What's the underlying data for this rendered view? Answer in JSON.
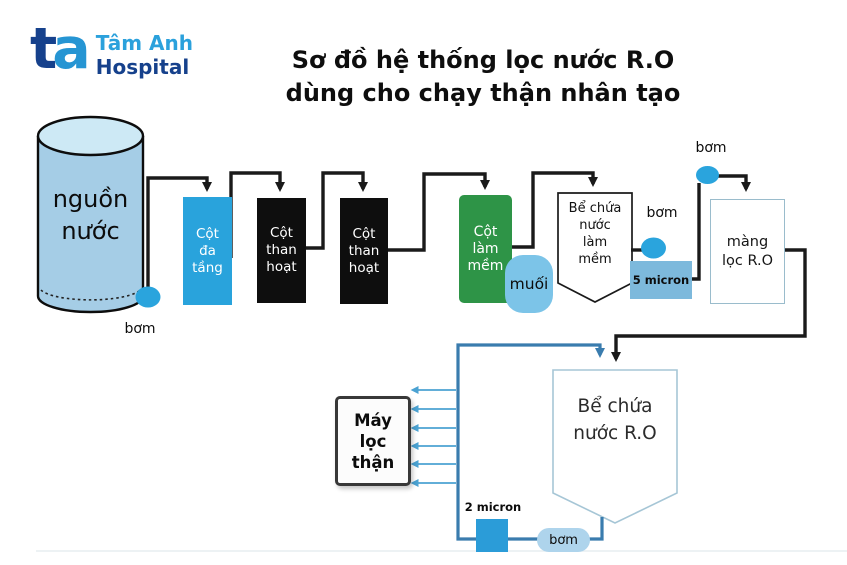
{
  "logo": {
    "monogram_t": "t",
    "monogram_a": "a",
    "hospital_name": "Tâm Anh",
    "hospital_word": "Hospital"
  },
  "title": {
    "line1": "Sơ đồ hệ thống lọc nước R.O",
    "line2": "dùng cho chạy thận nhân tạo"
  },
  "tank": {
    "line1": "nguồn",
    "line2": "nước"
  },
  "pumps": {
    "pump1_label": "bơm",
    "pump2_label": "bơm",
    "pump3_label": "bơm",
    "pump4_label": "bơm"
  },
  "columns": {
    "multilayer": {
      "line1": "Cột",
      "line2": "đa",
      "line3": "tầng"
    },
    "carbon1": {
      "line1": "Cột",
      "line2": "than",
      "line3": "hoạt"
    },
    "carbon2": {
      "line1": "Cột",
      "line2": "than",
      "line3": "hoạt"
    },
    "softener": {
      "line1": "Cột",
      "line2": "làm",
      "line3": "mềm"
    }
  },
  "salt": {
    "label": "muối"
  },
  "soft_tank": {
    "line1": "Bể chứa",
    "line2": "nước",
    "line3": "làm",
    "line4": "mềm"
  },
  "filter5": {
    "label": "5 micron"
  },
  "ro_membrane": {
    "line1": "màng",
    "line2": "lọc R.O"
  },
  "ro_tank": {
    "line1": "Bể chứa",
    "line2": "nước R.O"
  },
  "dialysis_machine": {
    "line1": "Máy",
    "line2": "lọc",
    "line3": "thận"
  },
  "filter2": {
    "label": "2 micron"
  },
  "colors": {
    "brand_navy": "#16418c",
    "brand_cyan": "#2ba1dc",
    "column_blue": "#29a3dc",
    "column_black": "#0e0e0e",
    "column_green": "#2e9447",
    "salt_blue": "#7cc4e8",
    "filter5_blue": "#7db9dc",
    "filter2_blue": "#2b9cd8",
    "pump_blue": "#2aa4dd",
    "pump_pill_blue": "#aed4ec",
    "pipe_black": "#1a1a1a",
    "pipe_blue": "#3a7cae",
    "thin_arrow_blue": "#4ba2d2"
  }
}
